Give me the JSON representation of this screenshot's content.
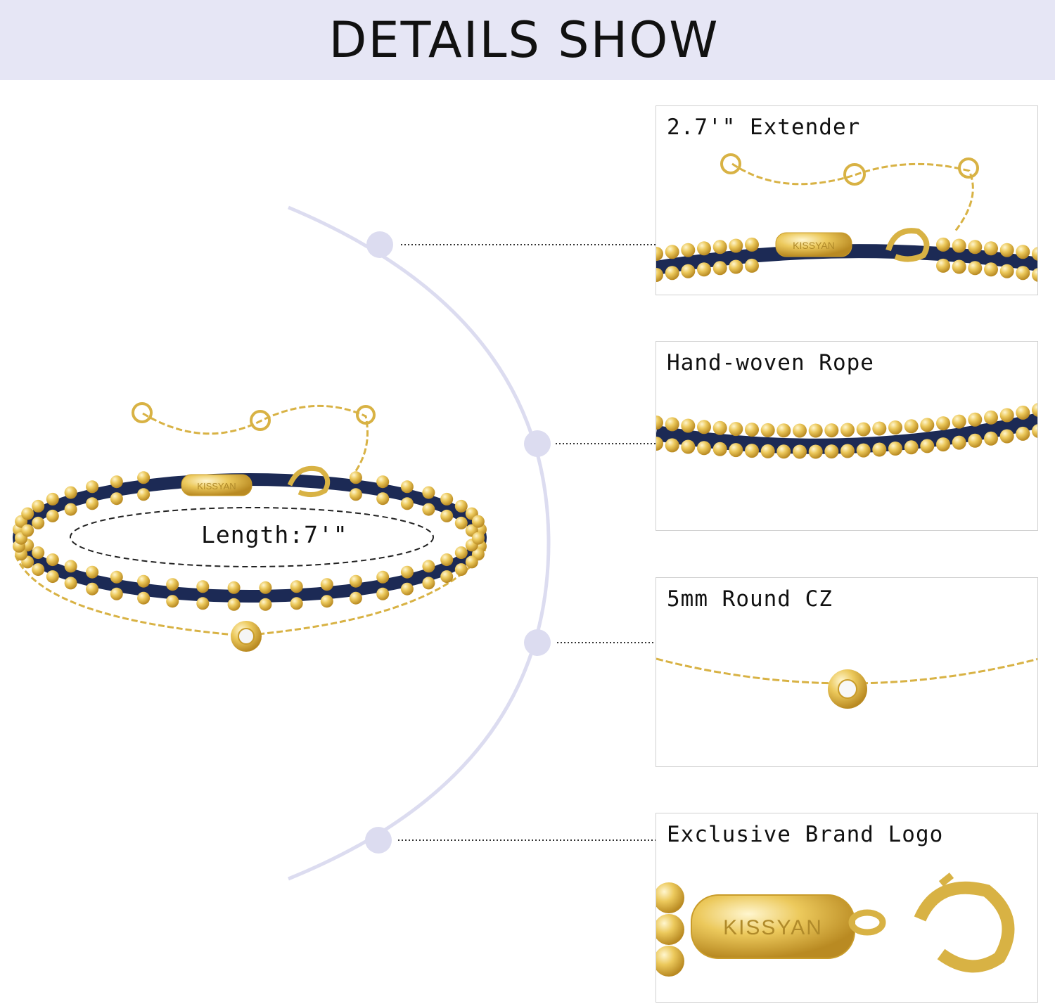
{
  "header": {
    "title": "DETAILS SHOW"
  },
  "product": {
    "length_label": "Length:7'\"",
    "brand_engraving": "KISSYAN"
  },
  "details": [
    {
      "title": "2.7'\" Extender"
    },
    {
      "title": "Hand-woven Rope"
    },
    {
      "title": "5mm Round CZ"
    },
    {
      "title": "Exclusive Brand Logo"
    }
  ],
  "colors": {
    "header_bg": "#e6e6f5",
    "arc": "#dcdcf0",
    "gold": "#e8c55a",
    "gold_dark": "#c99c2a",
    "rope": "#1c2a55"
  }
}
